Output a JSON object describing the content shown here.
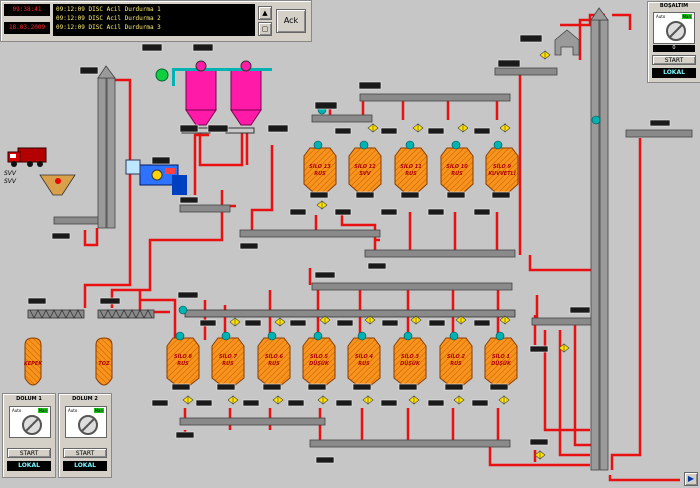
{
  "clock": {
    "time": "09:38:41",
    "date": "18.03.2009"
  },
  "alarms": [
    {
      "time": "09:12:09",
      "text": "DISC Acil Durdurma 1"
    },
    {
      "time": "09:12:09",
      "text": "DISC Acil Durdurma 2"
    },
    {
      "time": "09:12:09",
      "text": "DISC Acil Durdurma 3"
    }
  ],
  "ack_label": "Ack",
  "truck_labels": [
    "SVV",
    "SVV"
  ],
  "silos_top": [
    {
      "label": "SİLO 13",
      "sub": "RUS"
    },
    {
      "label": "SİLO 12",
      "sub": "SVV"
    },
    {
      "label": "SİLO 11",
      "sub": "RUS"
    },
    {
      "label": "SİLO 10",
      "sub": "RUS"
    },
    {
      "label": "SİLO 9",
      "sub": "KUVVETLİ"
    }
  ],
  "silos_bottom": [
    {
      "label": "SİLO 8",
      "sub": "RUS"
    },
    {
      "label": "SİLO 7",
      "sub": "RUS"
    },
    {
      "label": "SİLO 6",
      "sub": "RUS"
    },
    {
      "label": "SİLO 5",
      "sub": "DÜŞÜK"
    },
    {
      "label": "SİLO 4",
      "sub": "RUS"
    },
    {
      "label": "SİLO 3",
      "sub": "DÜŞÜK"
    },
    {
      "label": "SİLO 2",
      "sub": "RUS"
    },
    {
      "label": "SİLO 1",
      "sub": "DÜŞÜK"
    }
  ],
  "bins": [
    "KEPEK",
    "TOZ"
  ],
  "controls": [
    {
      "title": "DOLUM 1",
      "auto": "Auto",
      "man": "Man",
      "value": "",
      "start": "START",
      "mode": "LOKAL"
    },
    {
      "title": "DOLUM 2",
      "auto": "Auto",
      "man": "Man",
      "value": "",
      "start": "START",
      "mode": "LOKAL"
    },
    {
      "title": "BOŞALTIM",
      "auto": "Auto",
      "man": "Man",
      "value": "0",
      "start": "START",
      "mode": "LOKAL"
    }
  ],
  "colors": {
    "pipe": "#e81010",
    "conveyor": "#8a8a8a",
    "silo": "#f7941d",
    "filter": "#ff1aa8",
    "motor": "#00b3b3",
    "background": "#c6c6c6"
  }
}
